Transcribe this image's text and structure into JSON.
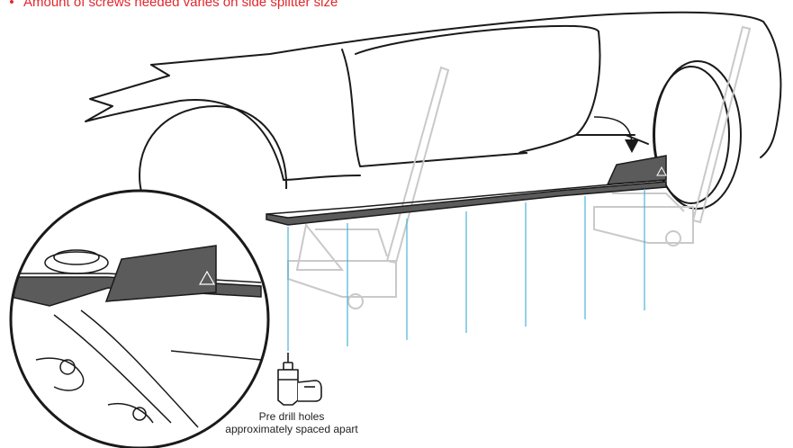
{
  "note": {
    "bullet": "•",
    "text": "Amount of screws needed varies on side splitter size"
  },
  "caption": {
    "line1": "Pre drill holes",
    "line2": "approximately spaced apart"
  },
  "icons": {
    "drill": "drill-icon",
    "arrow": "arrow-down-icon",
    "logo": "triangle-logo-icon",
    "jack": "jack-stand-icon"
  },
  "colors": {
    "alert": "#e3262c",
    "guide_line": "#4ab3d9",
    "splitter": "#5b5b5b",
    "outline": "#1a1a1a",
    "jack": "#c9c9c9"
  }
}
